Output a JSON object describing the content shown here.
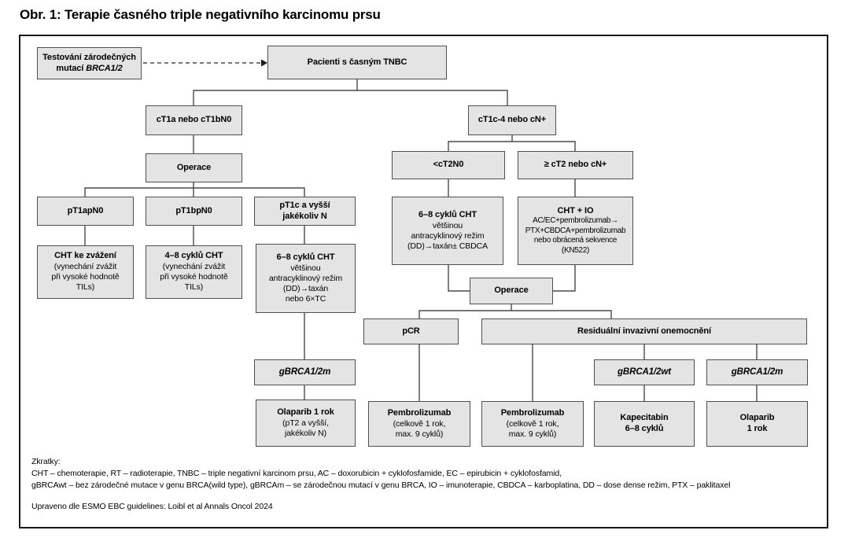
{
  "title": "Obr. 1: Terapie časného triple negativního karcinomu prsu",
  "colors": {
    "box_fill": "#e4e4e4",
    "box_border": "#4f4f4f",
    "connector": "#4a4a4a",
    "frame_border": "#1a1a1a",
    "background": "#ffffff",
    "text": "#000000"
  },
  "nodes": {
    "testovani": {
      "line1": "Testování zárodečných",
      "line2_prefix": "mutací",
      "gene": "BRCA1/2"
    },
    "pacienti": {
      "title": "Pacienti s časným TNBC"
    },
    "ct1a": {
      "title": "cT1a nebo cT1bN0"
    },
    "operace_left": {
      "title": "Operace"
    },
    "pt1ap": {
      "title": "pT1apN0"
    },
    "pt1bp": {
      "title": "pT1bpN0"
    },
    "pt1c": {
      "title": "pT1c a vyšší\njakékoliv N"
    },
    "cht_zvazeni": {
      "title": "CHT ke zvážení",
      "sub": "(vynechání zvážit\npři vysoké hodnotě\nTILs)"
    },
    "cht48": {
      "title": "4–8 cyklů CHT",
      "sub": "(vynechání zvážit\npři vysoké hodnotě\nTILs)"
    },
    "cht68_left": {
      "title": "6–8 cyklů CHT",
      "sub": "většinou\nantracyklinový režim\n(DD)→taxán\nnebo 6×TC"
    },
    "gbrca_left": {
      "title": "gBRCA1/2m"
    },
    "olaparib_left": {
      "title": "Olaparib 1 rok",
      "sub": "(pT2 a vyšší,\njakékoliv N)"
    },
    "ct1c4": {
      "title": "cT1c-4 nebo cN+"
    },
    "ct2n0": {
      "title": "<cT2N0"
    },
    "gect2": {
      "title": "≥ cT2 nebo cN+"
    },
    "cht68_right": {
      "title": "6–8 cyklů CHT",
      "sub": "většinou\nantracyklinový režim\n(DD)→taxán± CBDCA"
    },
    "cht_io": {
      "title": "CHT + IO",
      "sub": "AC/EC+pembrolizumab→\nPTX+CBDCA+pembrolizumab\nnebo obrácená sekvence\n(KN522)"
    },
    "operace_right": {
      "title": "Operace"
    },
    "pcr": {
      "title": "pCR"
    },
    "residual": {
      "title": "Residuální invazivní onemocnění"
    },
    "gbrca_wt": {
      "title": "gBRCA1/2wt"
    },
    "gbrca_m": {
      "title": "gBRCA1/2m"
    },
    "pembro1": {
      "title": "Pembrolizumab",
      "sub": "(celkově 1 rok,\nmax. 9 cyklů)"
    },
    "pembro2": {
      "title": "Pembrolizumab",
      "sub": "(celkově 1 rok,\nmax. 9 cyklů)"
    },
    "kapecitabin": {
      "title": "Kapecitabin\n6–8 cyklů"
    },
    "olaparib_right": {
      "title": "Olaparib\n1 rok"
    }
  },
  "footer": {
    "zkratky_label": "Zkratky:",
    "line1": "CHT – chemoterapie, RT – radioterapie, TNBC – triple negativní karcinom prsu, AC – doxorubicin + cyklofosfamide, EC – epirubicin + cyklofosfamid,",
    "line2": "gBRCAwt – bez zárodečné mutace v genu BRCA(wild type), gBRCAm – se zárodečnou mutací v genu BRCA, IO – imunoterapie, CBDCA – karboplatina, DD – dose dense režim, PTX – paklitaxel",
    "source": "Upraveno dle ESMO EBC guidelines: Loibl et al Annals Oncol 2024"
  }
}
